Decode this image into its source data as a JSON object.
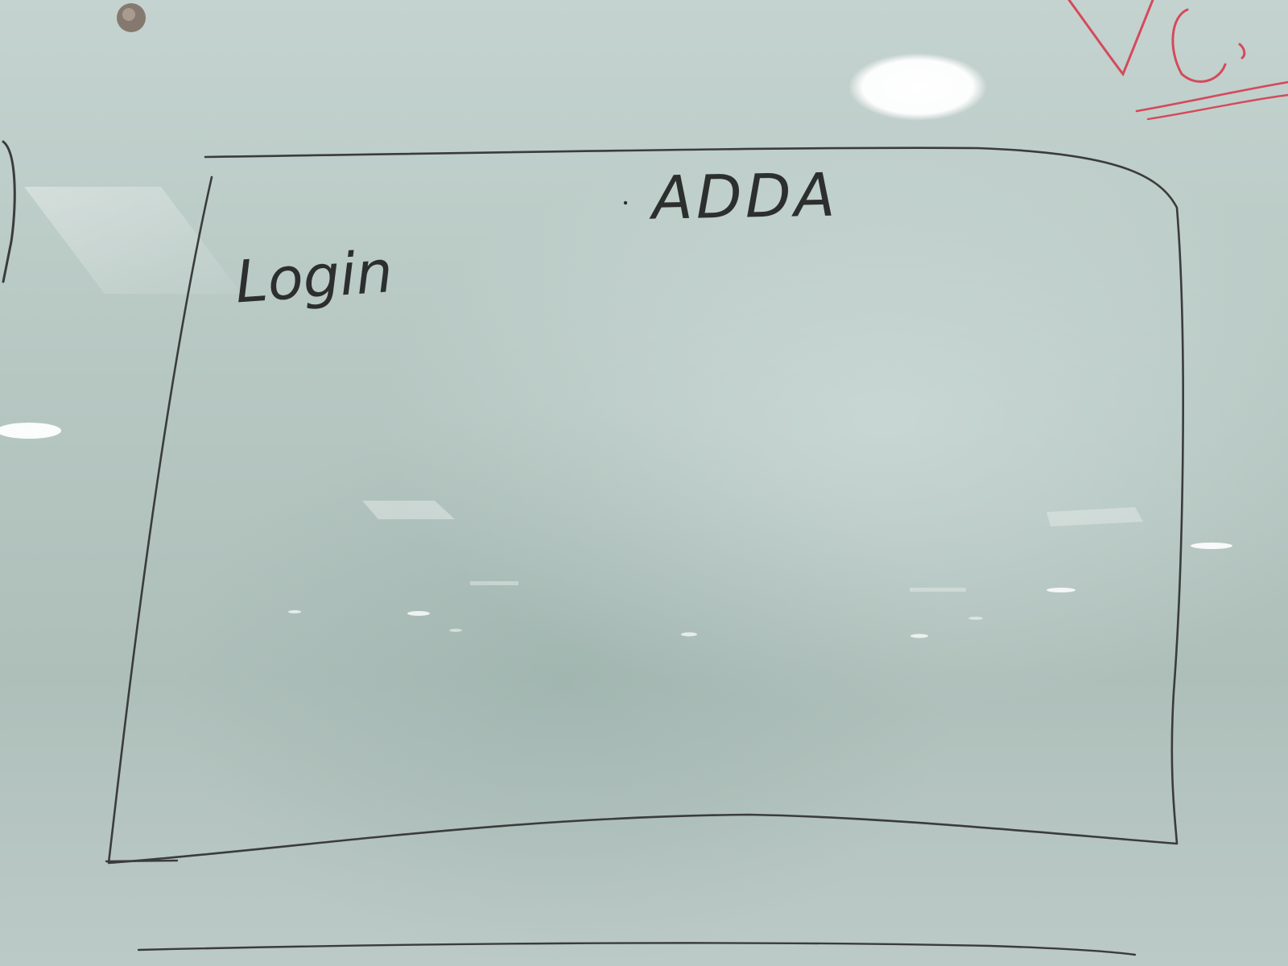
{
  "whiteboard": {
    "title_text": "ADDA",
    "login_text": "Login",
    "corner_scribble_text": "VC",
    "marker_colors": {
      "black": "#2c2f2e",
      "red": "#d44a5c"
    }
  }
}
